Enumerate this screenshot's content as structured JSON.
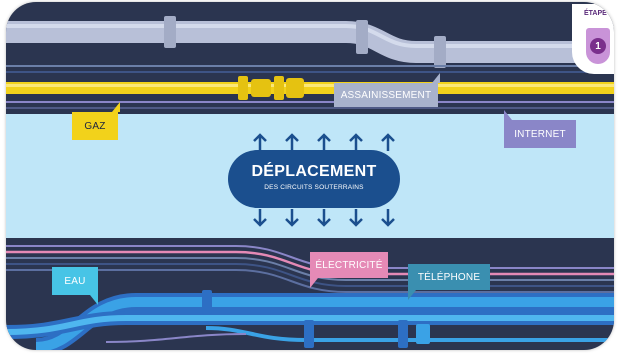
{
  "diagram": {
    "center": {
      "title": "DÉPLACEMENT",
      "subtitle": "DES CIRCUITS SOUTERRAINS"
    },
    "labels": {
      "gaz": "GAZ",
      "assainissement": "ASSAINISSEMENT",
      "internet": "INTERNET",
      "eau": "EAU",
      "electricite": "ÉLECTRICITÉ",
      "telephone": "TÉLÉPHONE"
    },
    "step": {
      "text": "ÉTAPE",
      "number": "1"
    },
    "colors": {
      "background": "#2b3550",
      "band": "#bfe6f8",
      "gas_pipe": "#f2d21b",
      "sewer_pipe": "#b8c0d8",
      "water_pipe": "#3aa2e6",
      "electric_line": "#e58ab6",
      "internet_line": "#8a86c8",
      "bubble": "#1b4f8e",
      "arrow": "#1b4f8e",
      "gaz_label": "#f2d21b",
      "assainissement_label": "#a8b2cc",
      "internet_label": "#8a86c8",
      "eau_label": "#47c4e6",
      "electricite_label": "#e58ab6",
      "telephone_label": "#3a8fb0"
    }
  }
}
